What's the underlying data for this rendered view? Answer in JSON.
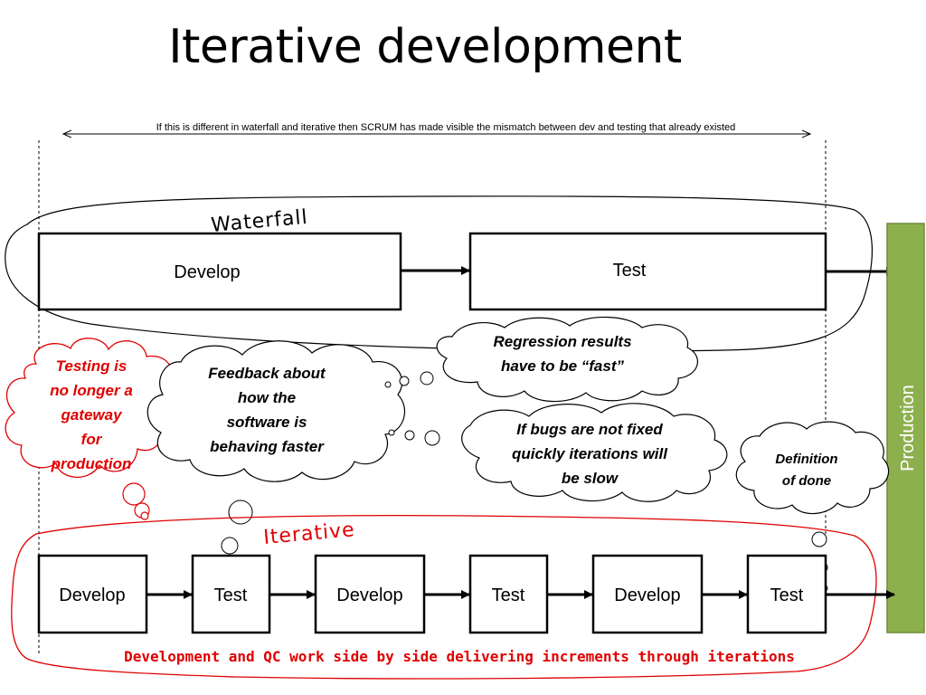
{
  "title": "Iterative development",
  "top_note": "If this is different in waterfall and iterative then SCRUM has made visible the mismatch between dev and testing that already existed",
  "waterfall": {
    "label": "Waterfall",
    "develop": "Develop",
    "test": "Test"
  },
  "iterative": {
    "label": "Iterative",
    "boxes": [
      "Develop",
      "Test",
      "Develop",
      "Test",
      "Develop",
      "Test"
    ],
    "note": "Development and QC work side by side delivering increments through iterations"
  },
  "production": "Production",
  "clouds": {
    "gateway": [
      "Testing is",
      "no longer a",
      "gateway",
      "for",
      "production"
    ],
    "feedback": [
      "Feedback about",
      "how the",
      "software is",
      "behaving faster"
    ],
    "regression": [
      "Regression results",
      "have to be “fast”"
    ],
    "bugs": [
      "If bugs are not fixed",
      "quickly iterations will",
      "be slow"
    ],
    "done": [
      "Definition",
      "of done"
    ]
  },
  "colors": {
    "red": "#e00000",
    "production_fill": "#8db04e",
    "production_border": "#6e8c3a"
  }
}
